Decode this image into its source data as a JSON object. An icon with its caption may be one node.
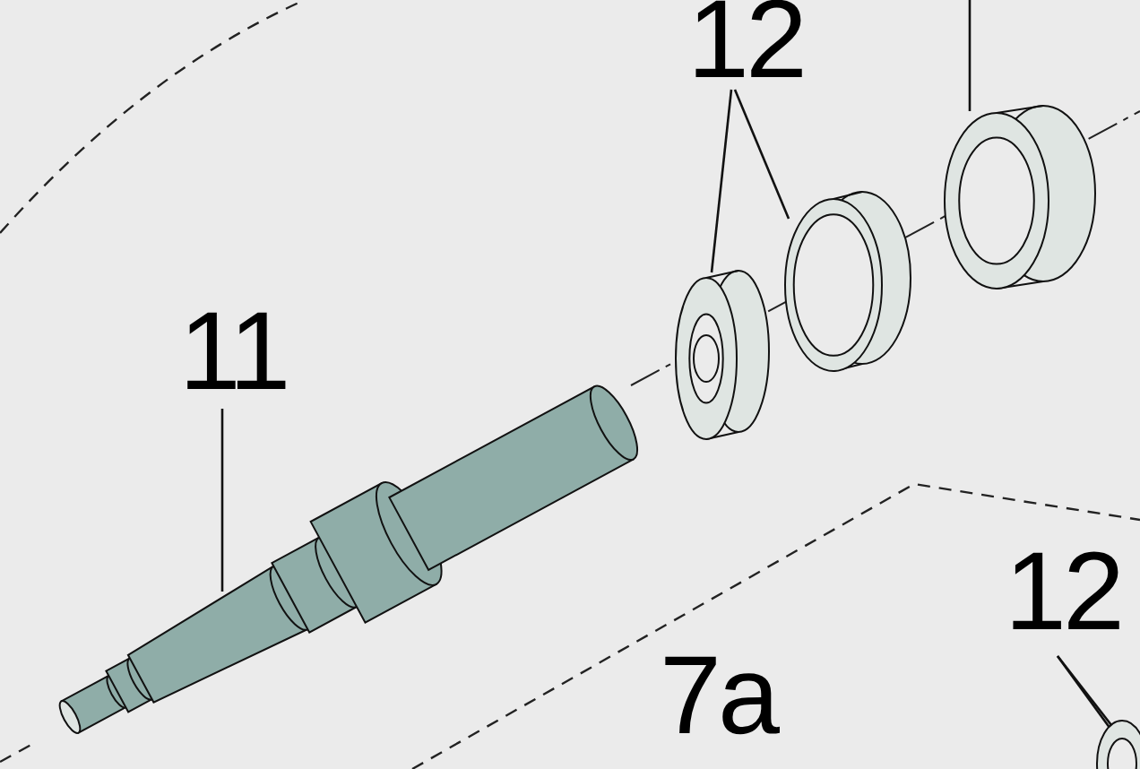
{
  "diagram": {
    "nodes": [
      {
        "text": [
          "12"
        ]
      },
      {
        "text": [],
        "shape": "picture"
      },
      {
        "text": [],
        "shape": "picture"
      },
      {
        "text": [
          "11"
        ]
      },
      {
        "text": [],
        "shape": "picture"
      },
      {
        "text": [],
        "shape": "picture"
      },
      {
        "text": [
          "12"
        ]
      },
      {
        "text": [],
        "shape": "picture"
      }
    ],
    "edges": [
      {
        "from": 0,
        "to": 1,
        "arrow": "none"
      },
      {
        "from": 0,
        "to": 2,
        "arrow": "none"
      },
      {
        "from": 3,
        "to": 4,
        "arrow": "none"
      },
      {
        "from": null,
        "to": 5,
        "arrow": "none"
      },
      {
        "from": 6,
        "to": 7,
        "arrow": "none"
      },
      {
        "from": 6,
        "to": 7,
        "arrow": "none"
      }
    ],
    "labels": [
      "7a"
    ]
  }
}
